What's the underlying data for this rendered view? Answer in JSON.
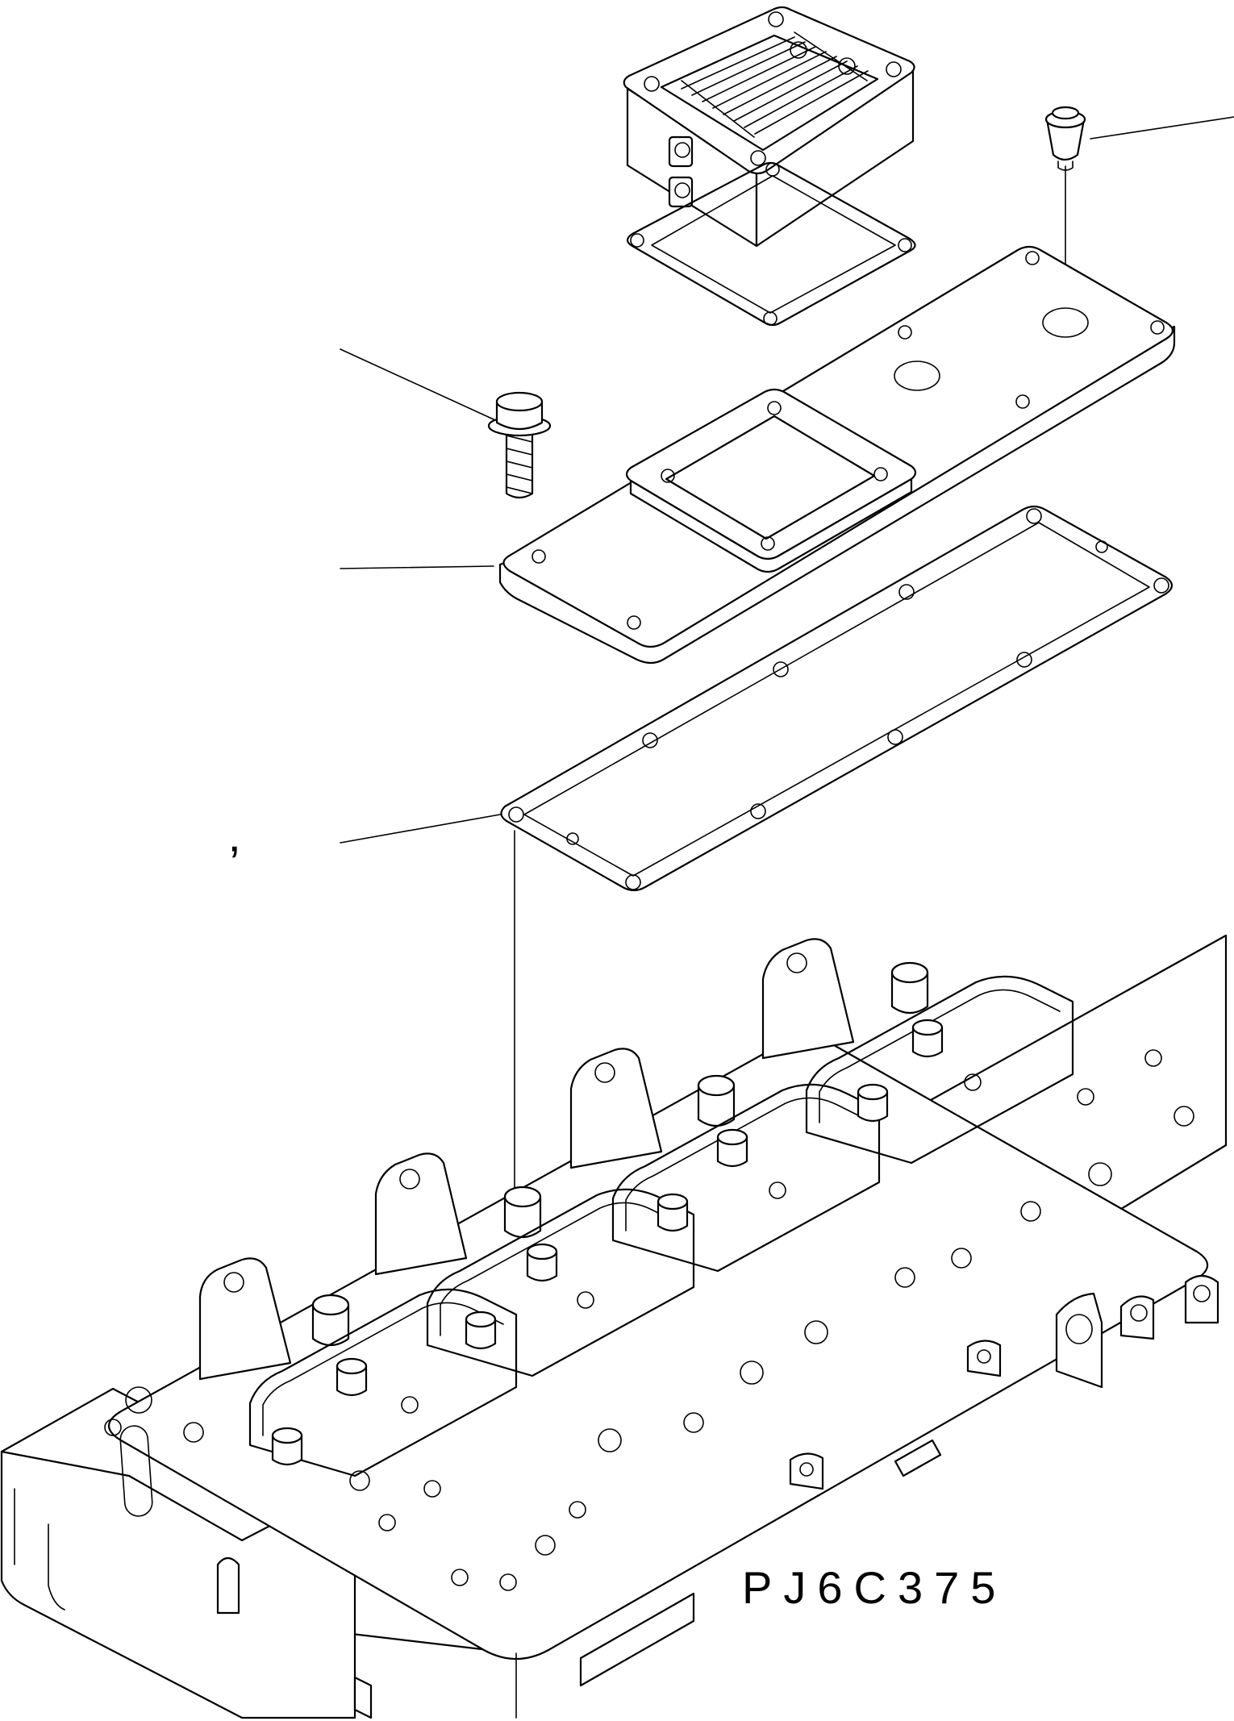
{
  "figure": {
    "code": "PJ6C375",
    "stray_mark": "’"
  },
  "style": {
    "line_color": "#000000",
    "background": "#ffffff"
  },
  "parts": [
    {
      "name": "heater-unit"
    },
    {
      "name": "heater-gasket"
    },
    {
      "name": "rubber-plug"
    },
    {
      "name": "flange-bolt"
    },
    {
      "name": "intake-cover-plate"
    },
    {
      "name": "intake-cover-gasket"
    },
    {
      "name": "cylinder-head"
    }
  ]
}
